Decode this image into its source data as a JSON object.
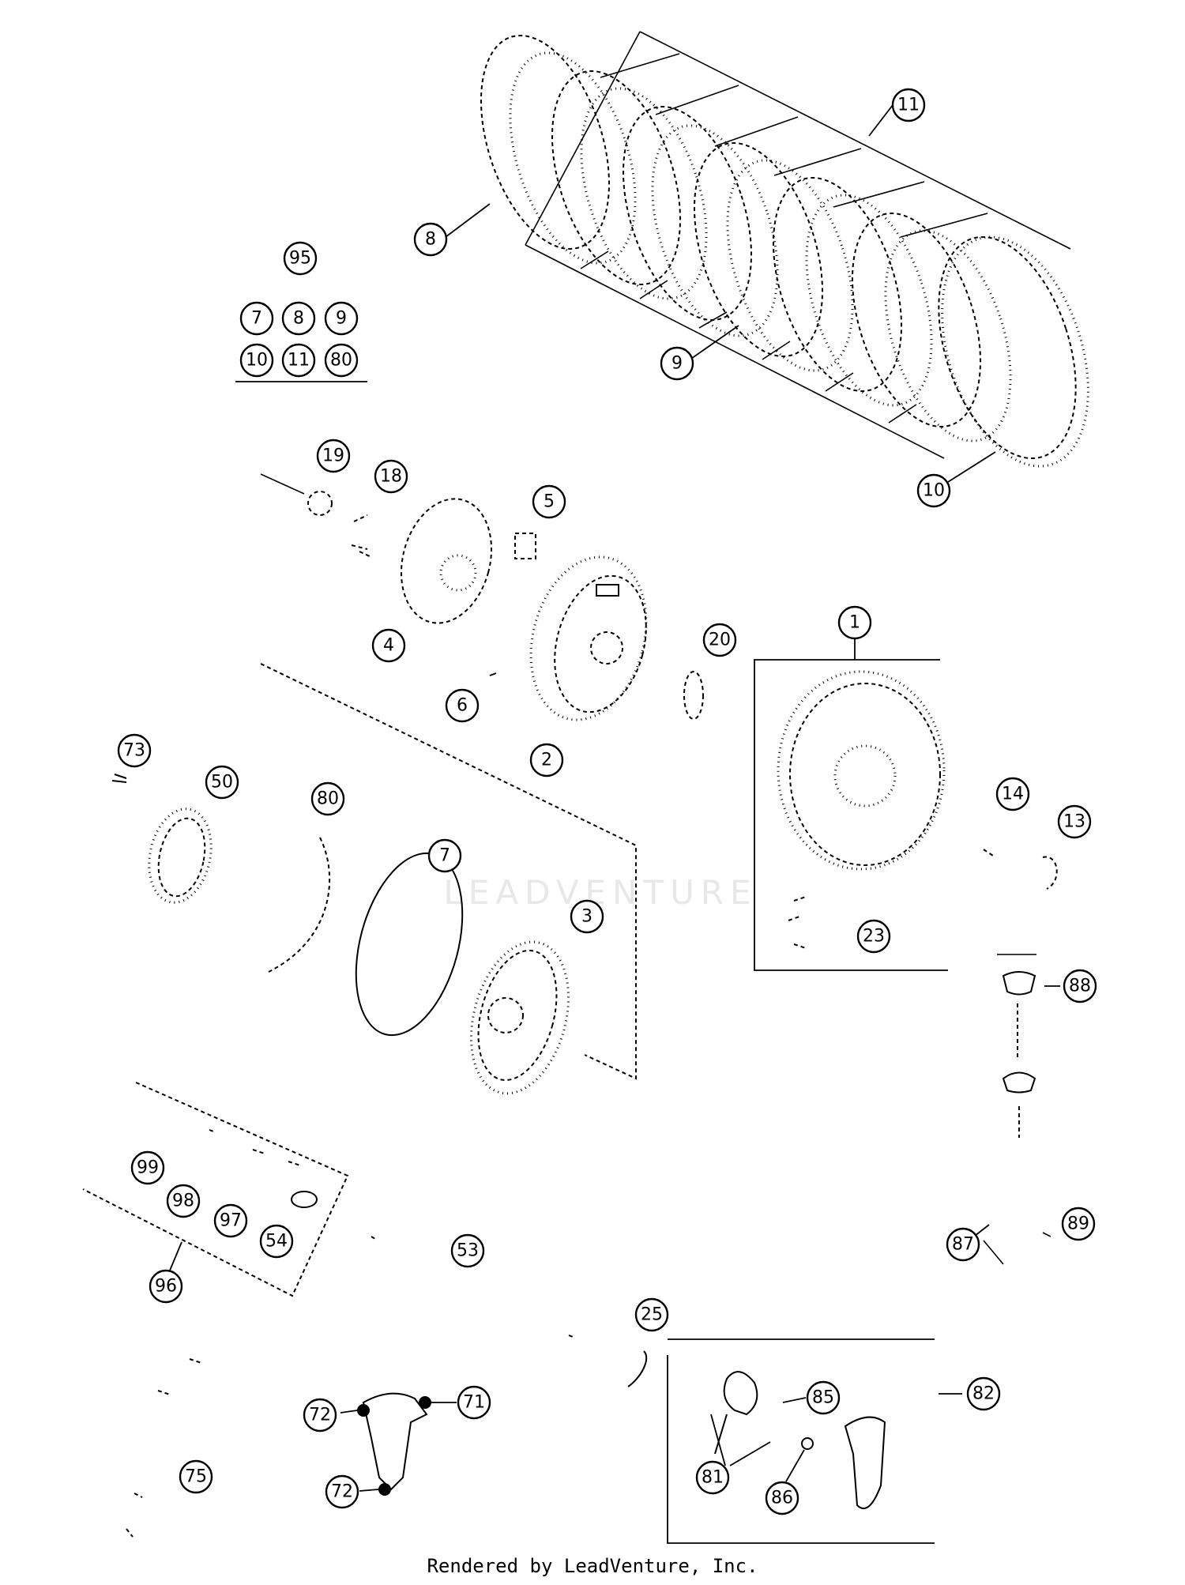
{
  "footer": {
    "credit": "Rendered by LeadVenture, Inc."
  },
  "watermark": {
    "text": "LEADVENTURE"
  },
  "callouts": {
    "c11": "11",
    "c8": "8",
    "c9": "9",
    "c10": "10",
    "c95": "95",
    "kit7": "7",
    "kit8": "8",
    "kit9": "9",
    "kit10": "10",
    "kit11": "11",
    "kit80": "80",
    "c19": "19",
    "c18": "18",
    "c5": "5",
    "c4": "4",
    "c6": "6",
    "c2": "2",
    "c20": "20",
    "c1": "1",
    "c14": "14",
    "c13": "13",
    "c23": "23",
    "c88": "88",
    "c73": "73",
    "c50": "50",
    "c80": "80",
    "c7": "7",
    "c3": "3",
    "c99": "99",
    "c98": "98",
    "c97": "97",
    "c54": "54",
    "c96": "96",
    "c53": "53",
    "c87": "87",
    "c89": "89",
    "c25": "25",
    "c82": "82",
    "c85": "85",
    "c81": "81",
    "c86": "86",
    "c72a": "72",
    "c71": "71",
    "c72b": "72",
    "c75": "75"
  }
}
